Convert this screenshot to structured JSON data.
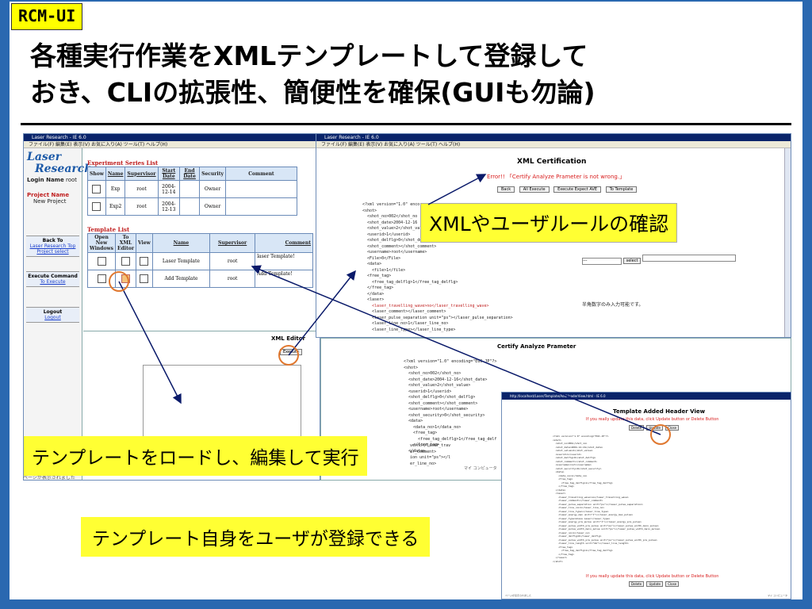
{
  "slide": {
    "tag": "RCM-UI",
    "title_line1": "各種実行作業をXMLテンプレートして登録して",
    "title_line2": "おき、CLIの拡張性、簡便性を確保(GUIも勿論)"
  },
  "callouts": {
    "xml_check": "XMLやユーザルールの確認",
    "load_exec": "テンプレートをロードし、編集して実行",
    "user_register": "テンプレート自身をユーザが登録できる"
  },
  "left_app": {
    "window_title": "Laser Research - IE 6.0",
    "menu": "ファイル(F)  編集(E)  表示(V)  お気に入り(A)  ツール(T)  ヘルプ(H)",
    "logo_line1": "Laser",
    "logo_line2": "Research",
    "login_label": "Login Name",
    "login_value": "root",
    "project_label": "Project Name",
    "project_value": "New Project",
    "nav": [
      {
        "head": "Back To",
        "links": [
          "Laser Research Top",
          "Project select"
        ]
      },
      {
        "head": "Execute Command",
        "links": [
          "To Execute"
        ]
      },
      {
        "head": "Logout",
        "links": [
          "Logout"
        ]
      }
    ],
    "experiment": {
      "title": "Experiment Series List",
      "headers": [
        "Show",
        "Name",
        "Supervisor",
        "Start Date",
        "End Date",
        "Security",
        "Comment"
      ],
      "rows": [
        {
          "name": "Exp",
          "supervisor": "root",
          "start": "2004-12-14",
          "end": "",
          "security": "Owner",
          "comment": ""
        },
        {
          "name": "Exp2",
          "supervisor": "root",
          "start": "2004-12-13",
          "end": "",
          "security": "Owner",
          "comment": ""
        }
      ]
    },
    "template": {
      "title": "Template List",
      "headers": [
        "Open New Windows",
        "To XML Editor",
        "View",
        "Name",
        "Supervisor",
        "Comment"
      ],
      "rows": [
        {
          "name": "Laser Template",
          "supervisor": "root",
          "comment": "laser Template!"
        },
        {
          "name": "Add Template",
          "supervisor": "root",
          "comment": "Add Template!"
        }
      ]
    },
    "xml_editor": {
      "label": "XML Editor",
      "execute": "Execute"
    },
    "status": "ページが表示されました"
  },
  "cert_window": {
    "title_bar": "Laser Research - IE 6.0",
    "menu": "ファイル(F)  編集(E)  表示(V)  お気に入り(A)  ツール(T)  ヘルプ(H)",
    "title": "XML Certification",
    "error": "Error!!  「Certify Analyze Prameter is not wrong.」",
    "buttons": [
      "Back",
      "All Execute",
      "Execute Expect AVE",
      "To Template"
    ],
    "xml_lines": [
      "<?xml version=\"1.0\" enco",
      "<shot>",
      "  <shot_no>002</shot_no",
      "  <shot_date>2004-12-16",
      "  <shot_value>2</shot_val",
      "  <userid>1</userid>",
      "  <shot_delflg>0</shot_delflg>",
      "  <shot_comment></shot_comment>",
      "  <username>root</username>",
      "  <File>0</File>",
      "  <data>",
      "    <file>1</file>",
      "  <free_tag>",
      "    <free_tag_delflg>1</free_tag_delflg>",
      "  </free_tag>",
      "  </data>",
      "  <laser>",
      "    <laser_travelling_wave>no</laser_travelling_wave>",
      "    <laser_comment></laser_comment>",
      "    <laser_pulse_separation unit=\"ps\"></laser_pulse_separation>",
      "    <laser_line_no>1</laser_line_no>",
      "    <laser_line_type></laser_line_type>"
    ],
    "select_value": "---",
    "select_btn": "select",
    "note": "半角数字のみ入力可能です。"
  },
  "certify_window": {
    "title": "Certify Analyze Prameter",
    "xml_lines": [
      "<?xml version=\"1.0\" encoding=\"EUC-JP\"?>",
      "<shot>",
      "  <shot_no>002</shot_no>",
      "  <shot_date>2004-12-16</shot_date>",
      "  <shot_value>2</shot_value>",
      "  <userid>1</userid>",
      "  <shot_delflg>0</shot_delflg>",
      "  <shot_comment></shot_comment>",
      "  <username>root</username>",
      "  <shot_security>0</shot_security>",
      "  <data>",
      "    <data_no>1</data_no>",
      "    <free_tag>",
      "      <free_tag_delflg>1</free_tag_delf",
      "    </free_tag>",
      "  </data>"
    ],
    "partial_lines": [
      "ve>no</laser_trav",
      "er_comment>",
      "ion unit=\"ps\"></l",
      "er_line_no>"
    ],
    "status": "マイ コンピュータ"
  },
  "tpl_window": {
    "title_bar": "http://localhost/Laser/Template/AddHeaderView.html - IE 6.0",
    "title": "Template Added Header View",
    "message": "If you really update this data, click Update button or Delete Button",
    "buttons_top": [
      "Delete",
      "Update",
      "Close"
    ],
    "buttons_bottom": [
      "Delete",
      "Update",
      "Close"
    ],
    "xml_lines": [
      "<?xml version=\"1.0\" encoding=\"EUC-JP\"?>",
      "<shot>",
      "  <shot_no>002</shot_no>",
      "  <shot_date>2004-12-16</shot_date>",
      "  <shot_value>2</shot_value>",
      "  <userid>1</userid>",
      "  <shot_delflg>0</shot_delflg>",
      "  <shot_comment></shot_comment>",
      "  <username>root</username>",
      "  <shot_security>0</shot_security>",
      "  <data>",
      "    <data_no>1</data_no>",
      "    <free_tag>",
      "      <free_tag_delflg>1</free_tag_delflg>",
      "    </free_tag>",
      "  </data>",
      "  <laser>",
      "    <laser_travelling_wave>no</laser_travelling_wave>",
      "    <laser_comment></laser_comment>",
      "    <laser_pulse_separation unit=\"ps\"></laser_pulse_separation>",
      "    <laser_line_no>1</laser_line_no>",
      "    <laser_line_type></laser_line_type>",
      "    <laser_energy_max unit=\"J\"></laser_energy_max_pulse>",
      "    <laser_type>Glass Laser</laser_type>",
      "    <laser_energy_pre_pulse unit=\"J\"></laser_energy_pre_pulse>",
      "    <laser_pulse_width_pre_pulse unit=\"ps\"></laser_pulse_width_main_pulse>",
      "    <laser_pulse_width_main_pulse unit=\"ps\"></laser_pulse_width_main_pulse>",
      "    <laser_no>1</laser_no>",
      "    <laser_delflg>0</laser_delflg>",
      "    <laser_pulse_width_pre_pulse unit=\"ps\"></laser_pulse_width_pre_pulse>",
      "    <laser_line_length unit=\"mm\"></laser_line_length>",
      "    <free_tag>",
      "      <free_tag_delflg>1</free_tag_delflg>",
      "    </free_tag>",
      "  </laser>",
      "</shot>"
    ],
    "status_left": "ページが表示されました",
    "status_right": "マイ コンピュータ"
  },
  "colors": {
    "frame": "#2a68b0",
    "callout": "#ffff33",
    "tag": "#ffff00",
    "error": "#d81c1c",
    "arrow": "#0a1a6a"
  }
}
